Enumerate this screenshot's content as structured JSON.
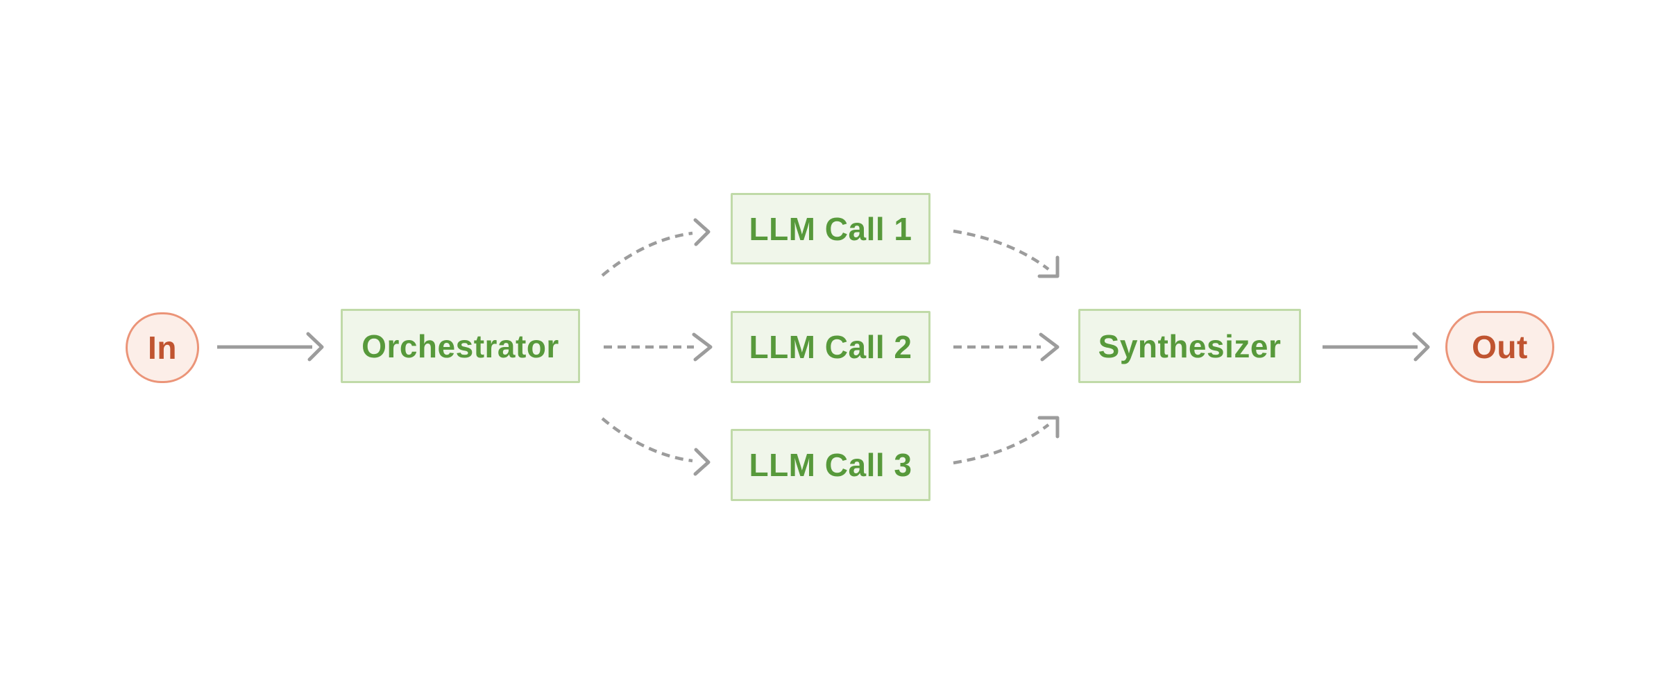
{
  "diagram": {
    "type": "workflow",
    "nodes": {
      "in": {
        "label": "In",
        "kind": "terminal"
      },
      "orchestrator": {
        "label": "Orchestrator",
        "kind": "process"
      },
      "llm_call_1": {
        "label": "LLM Call 1",
        "kind": "process"
      },
      "llm_call_2": {
        "label": "LLM Call 2",
        "kind": "process"
      },
      "llm_call_3": {
        "label": "LLM Call 3",
        "kind": "process"
      },
      "synthesizer": {
        "label": "Synthesizer",
        "kind": "process"
      },
      "out": {
        "label": "Out",
        "kind": "terminal"
      }
    },
    "edges": [
      {
        "from": "in",
        "to": "orchestrator",
        "style": "solid"
      },
      {
        "from": "orchestrator",
        "to": "llm_call_1",
        "style": "dashed"
      },
      {
        "from": "orchestrator",
        "to": "llm_call_2",
        "style": "dashed"
      },
      {
        "from": "orchestrator",
        "to": "llm_call_3",
        "style": "dashed"
      },
      {
        "from": "llm_call_1",
        "to": "synthesizer",
        "style": "dashed"
      },
      {
        "from": "llm_call_2",
        "to": "synthesizer",
        "style": "dashed"
      },
      {
        "from": "llm_call_3",
        "to": "synthesizer",
        "style": "dashed"
      },
      {
        "from": "synthesizer",
        "to": "out",
        "style": "solid"
      }
    ],
    "colors": {
      "background": "#FFFFFF",
      "process_fill": "#F0F6EA",
      "process_border": "#C0DAA8",
      "process_text": "#57993B",
      "terminal_fill": "#FCEEE8",
      "terminal_border": "#EB9478",
      "terminal_text": "#C05430",
      "arrow": "#9C9C9C"
    }
  }
}
